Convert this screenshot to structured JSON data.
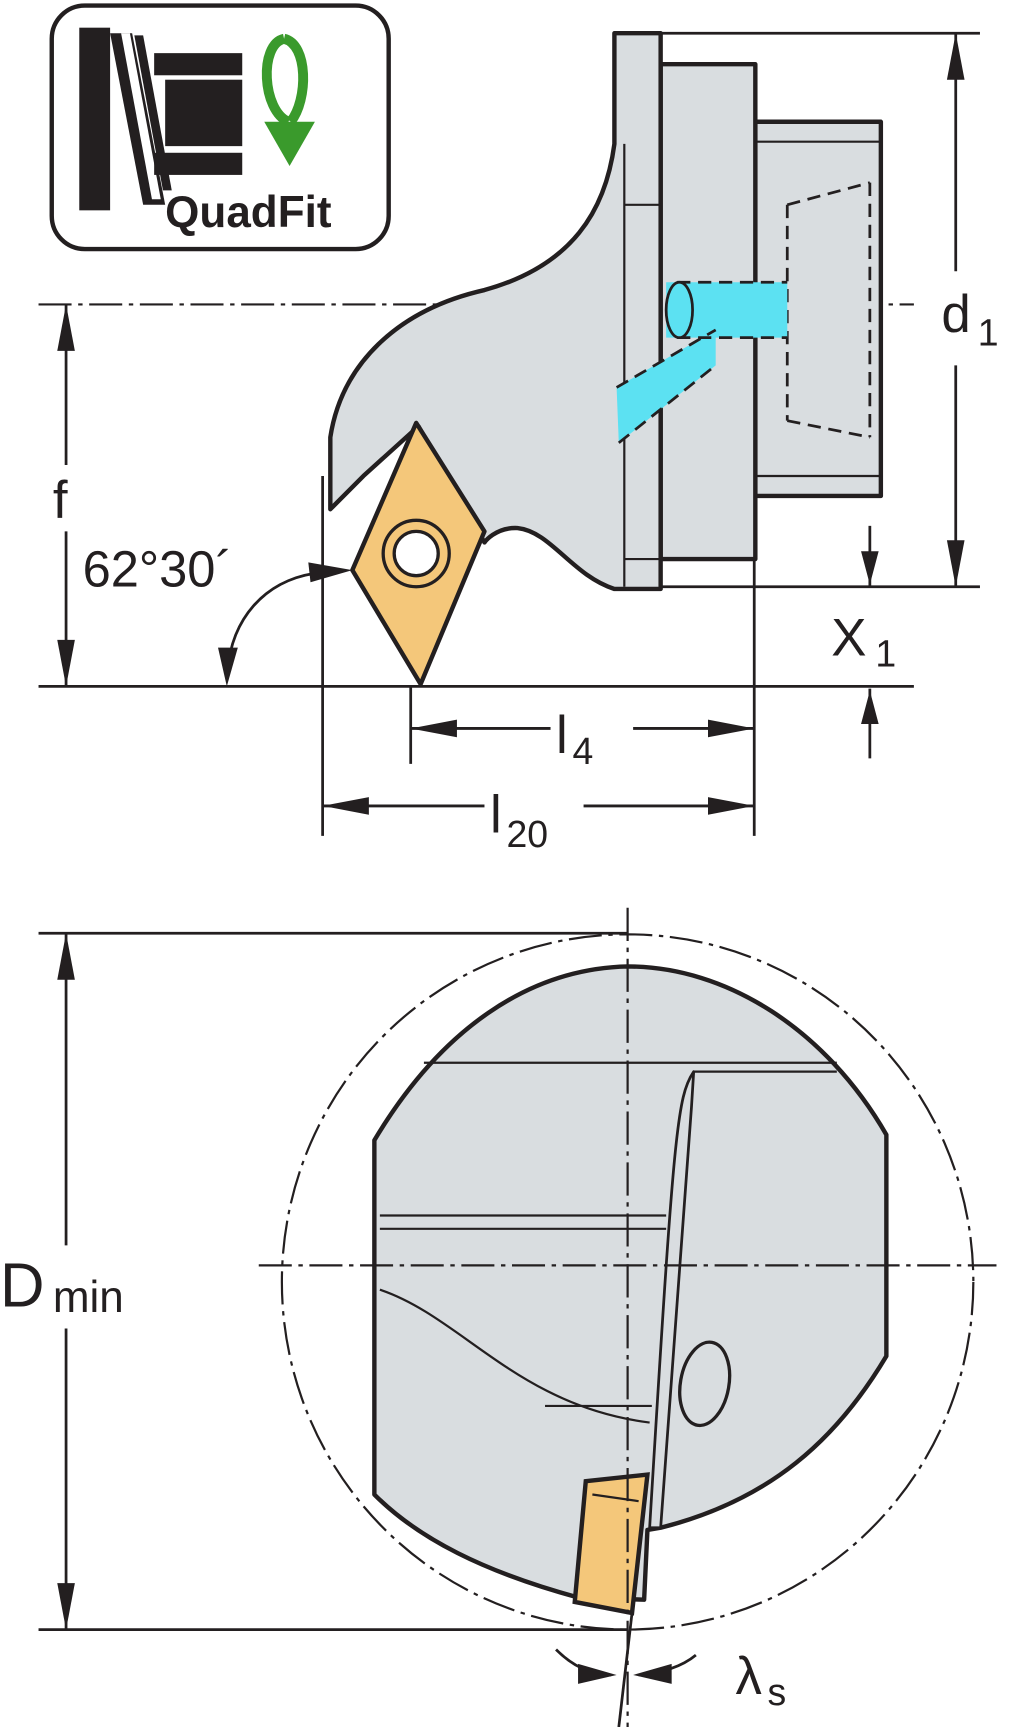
{
  "badge": {
    "text": "QuadFit"
  },
  "labels": {
    "d1": "d",
    "d1_sub": "1",
    "f": "f",
    "angle": "62°30´",
    "x1": "X",
    "x1_sub": "1",
    "l4": "l",
    "l4_sub": "4",
    "l20": "l",
    "l20_sub": "20",
    "dmin": "D",
    "dmin_sub": "min",
    "lambda": "λ",
    "lambda_sub": "s"
  },
  "colors": {
    "body": "#d9dde0",
    "insert": "#f4c77a",
    "coolant": "#5ce1f2",
    "arrow_green": "#3a9a2c",
    "line": "#231f20"
  }
}
